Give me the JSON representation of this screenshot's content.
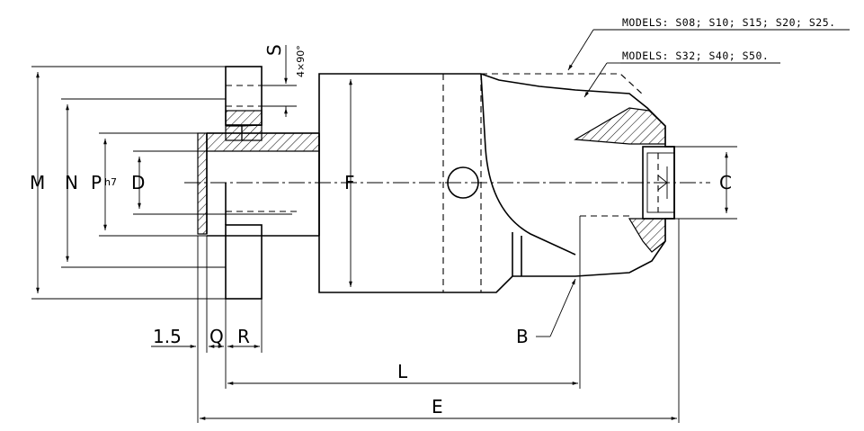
{
  "notes": {
    "models_small": "MODELS: S08; S10; S15; S20; S25.",
    "models_large": "MODELS: S32; S40; S50."
  },
  "dimensions": {
    "M": "M",
    "N": "N",
    "P": "P",
    "P_tolerance": "h7",
    "D": "D",
    "F": "F",
    "C": "C",
    "S": "S",
    "chamfer": "4×90°",
    "offset": "1.5",
    "Q": "Q",
    "R": "R",
    "L": "L",
    "E": "E",
    "B": "B"
  }
}
